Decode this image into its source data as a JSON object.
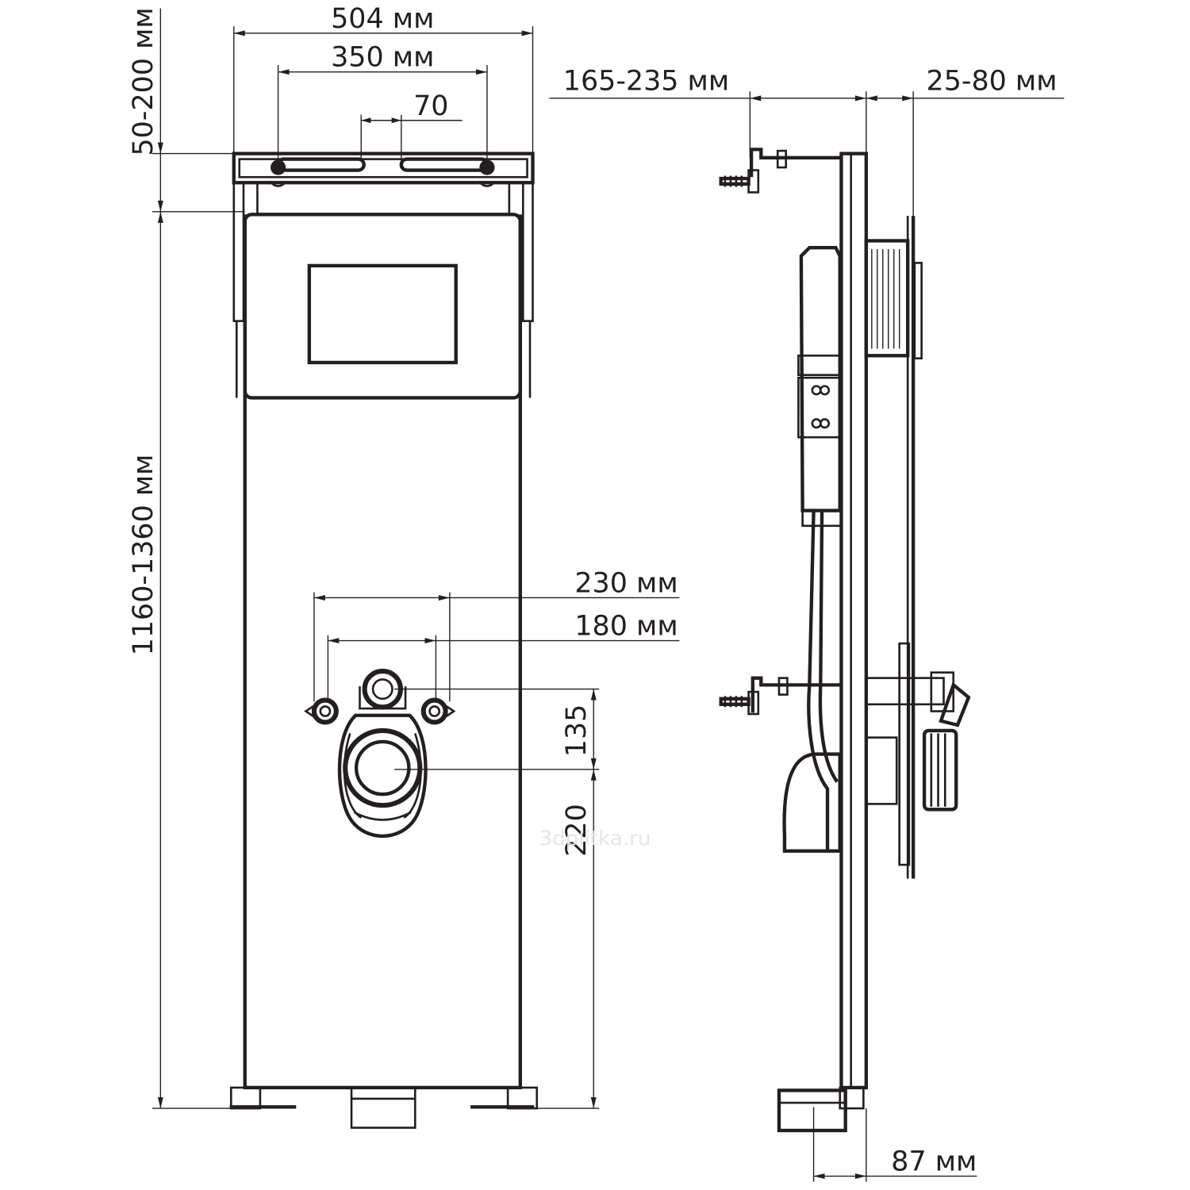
{
  "drawing": {
    "colors": {
      "line": "#231f20",
      "background": "#ffffff",
      "watermark": "#e6e6e6"
    },
    "front_view": {
      "dims": {
        "frame_width": "504 мм",
        "anchor_spacing": "350 мм",
        "slot_offset": "70",
        "height_adjust": "50-200 мм",
        "frame_height": "1160-1360 мм",
        "stud_spacing_outer": "230 мм",
        "stud_spacing_inner": "180 мм",
        "inlet_to_outlet": "135",
        "outlet_height": "220"
      }
    },
    "side_view": {
      "dims": {
        "wall_depth": "165-235 мм",
        "front_offset": "25-80 мм",
        "drain_offset": "87 мм"
      }
    },
    "watermark": "3dplitka.ru"
  }
}
